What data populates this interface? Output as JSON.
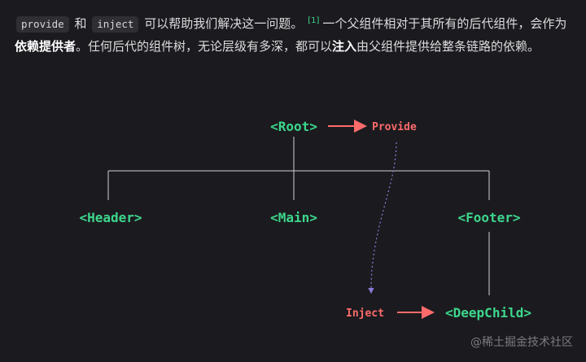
{
  "paragraph": {
    "code_provide": "provide",
    "text_and": "和",
    "code_inject": "inject",
    "text_1": "可以帮助我们解决这一问题。",
    "footnote": "[1]",
    "text_2": "一个父组件相对于其所有的后代组件，会作为",
    "bold_1": "依赖提供者",
    "text_3": "。任何后代的组件树，无论层级有多深，都可以",
    "bold_2": "注入",
    "text_4": "由父组件提供给整条链路的依赖。"
  },
  "diagram": {
    "root": "<Root>",
    "provide": "Provide",
    "header": "<Header>",
    "main": "<Main>",
    "footer": "<Footer>",
    "inject": "Inject",
    "deepchild": "<DeepChild>",
    "colors": {
      "node": "#3dd68c",
      "tag": "#ff6b6b",
      "line": "#cfcfd4",
      "dotted": "#8a7bd8"
    }
  },
  "watermark": "@稀土掘金技术社区"
}
